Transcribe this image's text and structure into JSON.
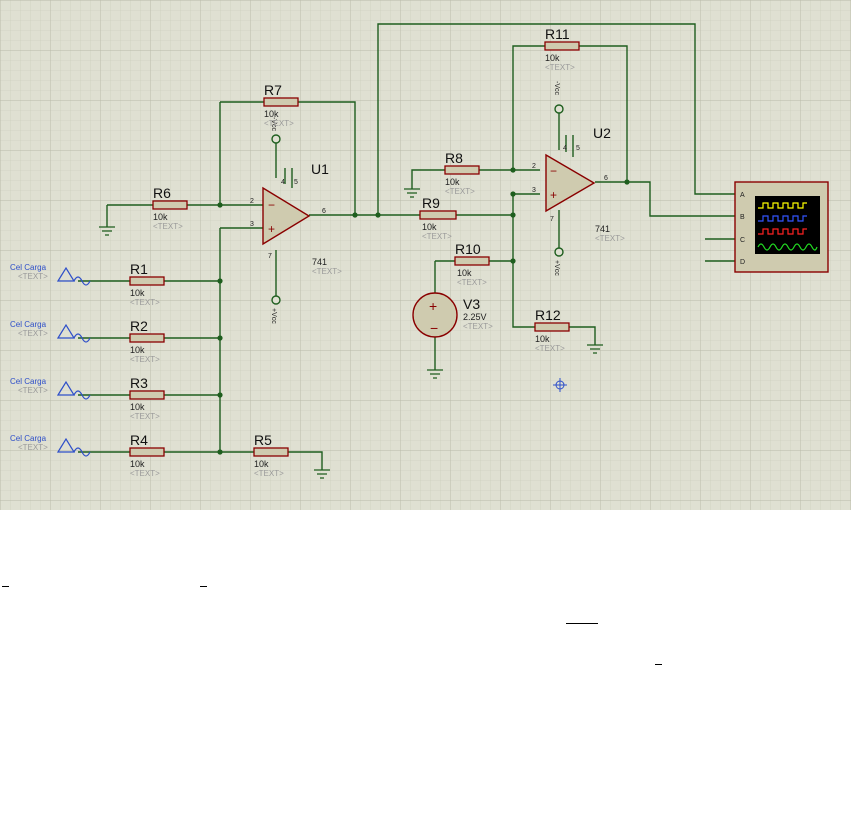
{
  "opamps": [
    {
      "id": "U1",
      "model": "741",
      "text": "<TEXT>",
      "pins": {
        "inv": "2",
        "noninv": "3",
        "out": "6",
        "top1": "4",
        "top2": "5",
        "bottom": "7"
      },
      "supply_top": "-Vcc",
      "supply_bottom": "+Vcc"
    },
    {
      "id": "U2",
      "model": "741",
      "text": "<TEXT>",
      "pins": {
        "inv": "2",
        "noninv": "3",
        "out": "6",
        "top1": "4",
        "top2": "5",
        "bottom": "7"
      },
      "supply_top": "-Vcc",
      "supply_bottom": "+Vcc"
    }
  ],
  "resistors": {
    "R1": {
      "name": "R1",
      "value": "10k",
      "text": "<TEXT>"
    },
    "R2": {
      "name": "R2",
      "value": "10k",
      "text": "<TEXT>"
    },
    "R3": {
      "name": "R3",
      "value": "10k",
      "text": "<TEXT>"
    },
    "R4": {
      "name": "R4",
      "value": "10k",
      "text": "<TEXT>"
    },
    "R5": {
      "name": "R5",
      "value": "10k",
      "text": "<TEXT>"
    },
    "R6": {
      "name": "R6",
      "value": "10k",
      "text": "<TEXT>"
    },
    "R7": {
      "name": "R7",
      "value": "10k",
      "text": "<TEXT>"
    },
    "R8": {
      "name": "R8",
      "value": "10k",
      "text": "<TEXT>"
    },
    "R9": {
      "name": "R9",
      "value": "10k",
      "text": "<TEXT>"
    },
    "R10": {
      "name": "R10",
      "value": "10k",
      "text": "<TEXT>"
    },
    "R11": {
      "name": "R11",
      "value": "10k",
      "text": "<TEXT>"
    },
    "R12": {
      "name": "R12",
      "value": "10k",
      "text": "<TEXT>"
    }
  },
  "sources": [
    {
      "name": "Cel Carga",
      "text": "<TEXT>"
    },
    {
      "name": "Cel Carga",
      "text": "<TEXT>"
    },
    {
      "name": "Cel Carga",
      "text": "<TEXT>"
    },
    {
      "name": "Cel Carga",
      "text": "<TEXT>"
    }
  ],
  "dc_source": {
    "name": "V3",
    "value": "2.25V",
    "text": "<TEXT>",
    "plus": "+",
    "minus": "−"
  },
  "oscilloscope": {
    "channels": [
      "A",
      "B",
      "C",
      "D"
    ],
    "trace_colors": [
      "#ffff00",
      "#3355ff",
      "#ff2222",
      "#22dd22"
    ]
  },
  "colors": {
    "grid_bg": "#dfe0d2",
    "grid_line": "#c8c9b9",
    "wire": "#1e5e1e",
    "component": "#9b0000",
    "body_fill": "#cfcbaf"
  }
}
